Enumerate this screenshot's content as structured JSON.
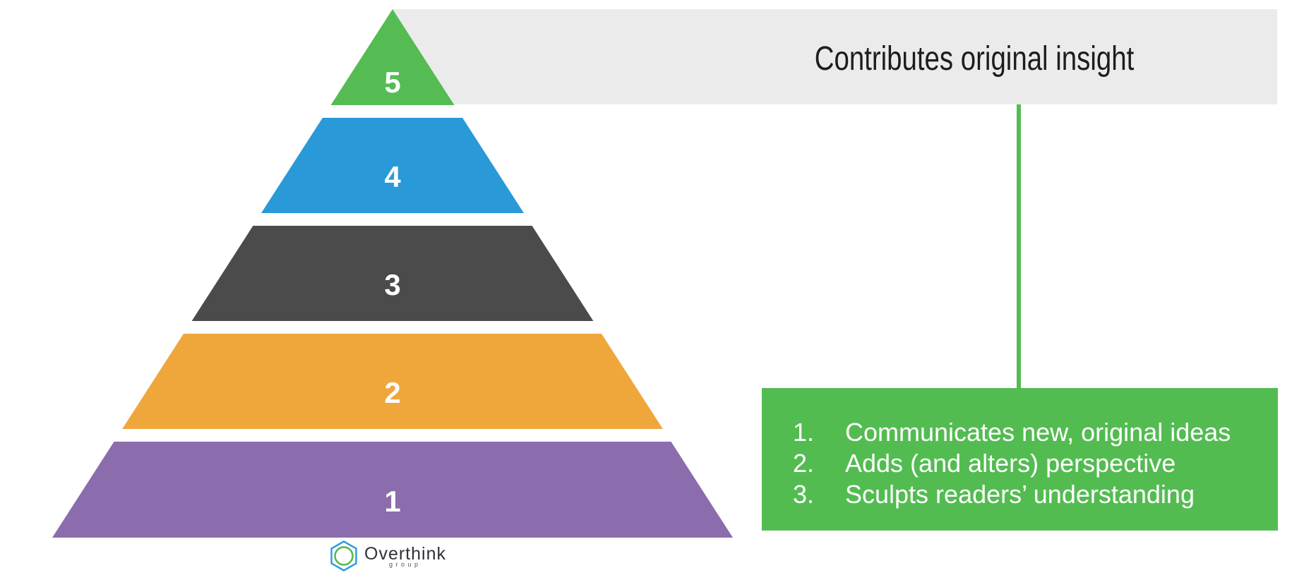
{
  "canvas": {
    "background": "#ffffff"
  },
  "pyramid": {
    "number_color": "#ffffff",
    "levels": [
      {
        "label": "5",
        "color": "#54bc52"
      },
      {
        "label": "4",
        "color": "#2999d8"
      },
      {
        "label": "3",
        "color": "#4b4b4b"
      },
      {
        "label": "2",
        "color": "#efa73c"
      },
      {
        "label": "1",
        "color": "#8b6cad"
      }
    ]
  },
  "callout": {
    "title": "Contributes original insight",
    "title_color": "#1d1d1d",
    "band_color": "#ebebeb",
    "accent_color": "#53bc51",
    "text_color": "#ffffff",
    "items": [
      {
        "number": "1.",
        "text": "Communicates new, original ideas"
      },
      {
        "number": "2.",
        "text": "Adds (and alters) perspective"
      },
      {
        "number": "3.",
        "text": "Sculpts readers’ understanding"
      }
    ]
  },
  "logo": {
    "name": "Overthink",
    "subtitle": "group",
    "hex_color": "#2f9fe0",
    "circle_color": "#58b648"
  }
}
